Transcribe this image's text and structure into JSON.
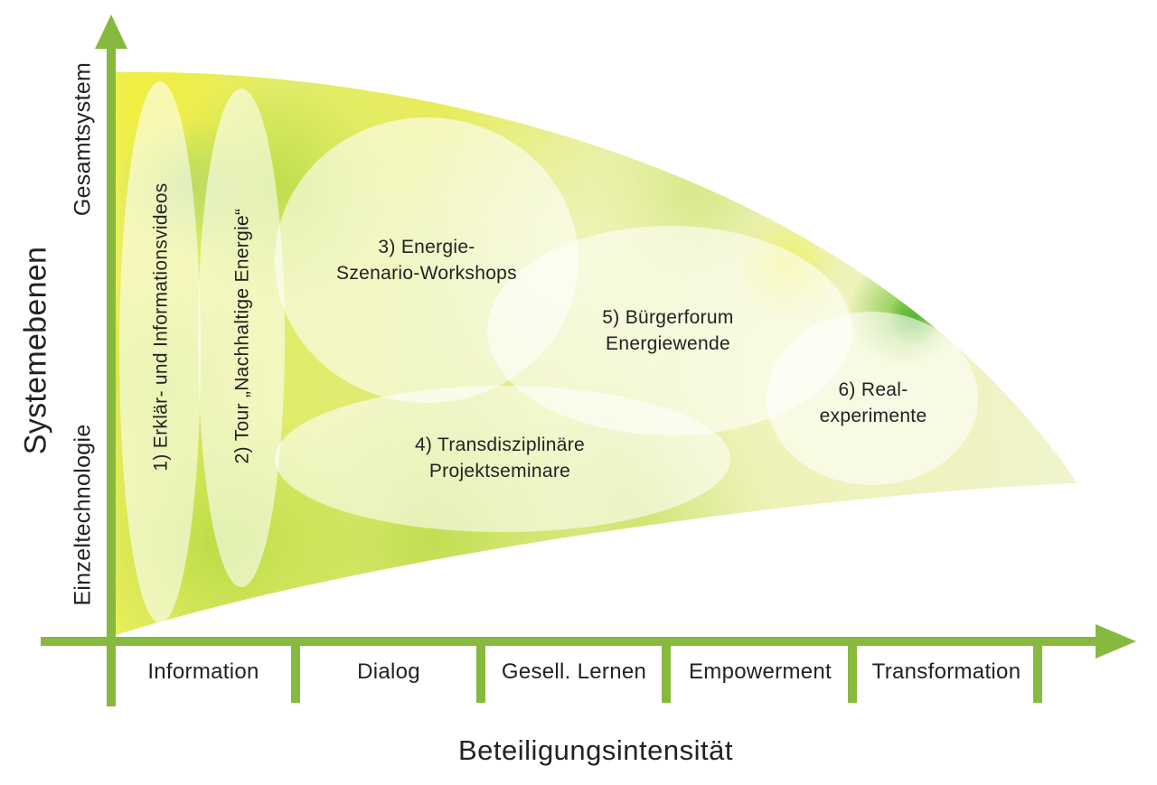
{
  "diagram": {
    "y_axis": {
      "title": "Systemebenen",
      "top_label": "Gesamtsystem",
      "bottom_label": "Einzeltechnologie"
    },
    "x_axis": {
      "title": "Beteiligungsintensität",
      "categories": [
        "Information",
        "Dialog",
        "Gesell. Lernen",
        "Empowerment",
        "Transformation"
      ]
    },
    "bubbles": [
      {
        "id": "1",
        "line1": "1) Erklär- und Informationsvideos",
        "line2": "",
        "orientation": "vertical"
      },
      {
        "id": "2",
        "line1": "2) Tour „Nachhaltige Energie“",
        "line2": "",
        "orientation": "vertical"
      },
      {
        "id": "3",
        "line1": "3) Energie-",
        "line2": "Szenario-Workshops",
        "orientation": "horizontal"
      },
      {
        "id": "4",
        "line1": "4) Transdisziplinäre",
        "line2": "Projektseminare",
        "orientation": "horizontal"
      },
      {
        "id": "5",
        "line1": "5) Bürgerforum",
        "line2": "Energiewende",
        "orientation": "horizontal"
      },
      {
        "id": "6",
        "line1": "6) Real-",
        "line2": "experimente",
        "orientation": "horizontal"
      }
    ],
    "colors": {
      "axis_green": "#86b93e",
      "text": "#222222",
      "watercolor_yellow": "#eef153",
      "watercolor_lime": "#b9dc4e",
      "watercolor_green_splash": "#6fc13c",
      "watercolor_pale": "#f1f4cd",
      "bubble_fill": "#ffffff"
    }
  }
}
